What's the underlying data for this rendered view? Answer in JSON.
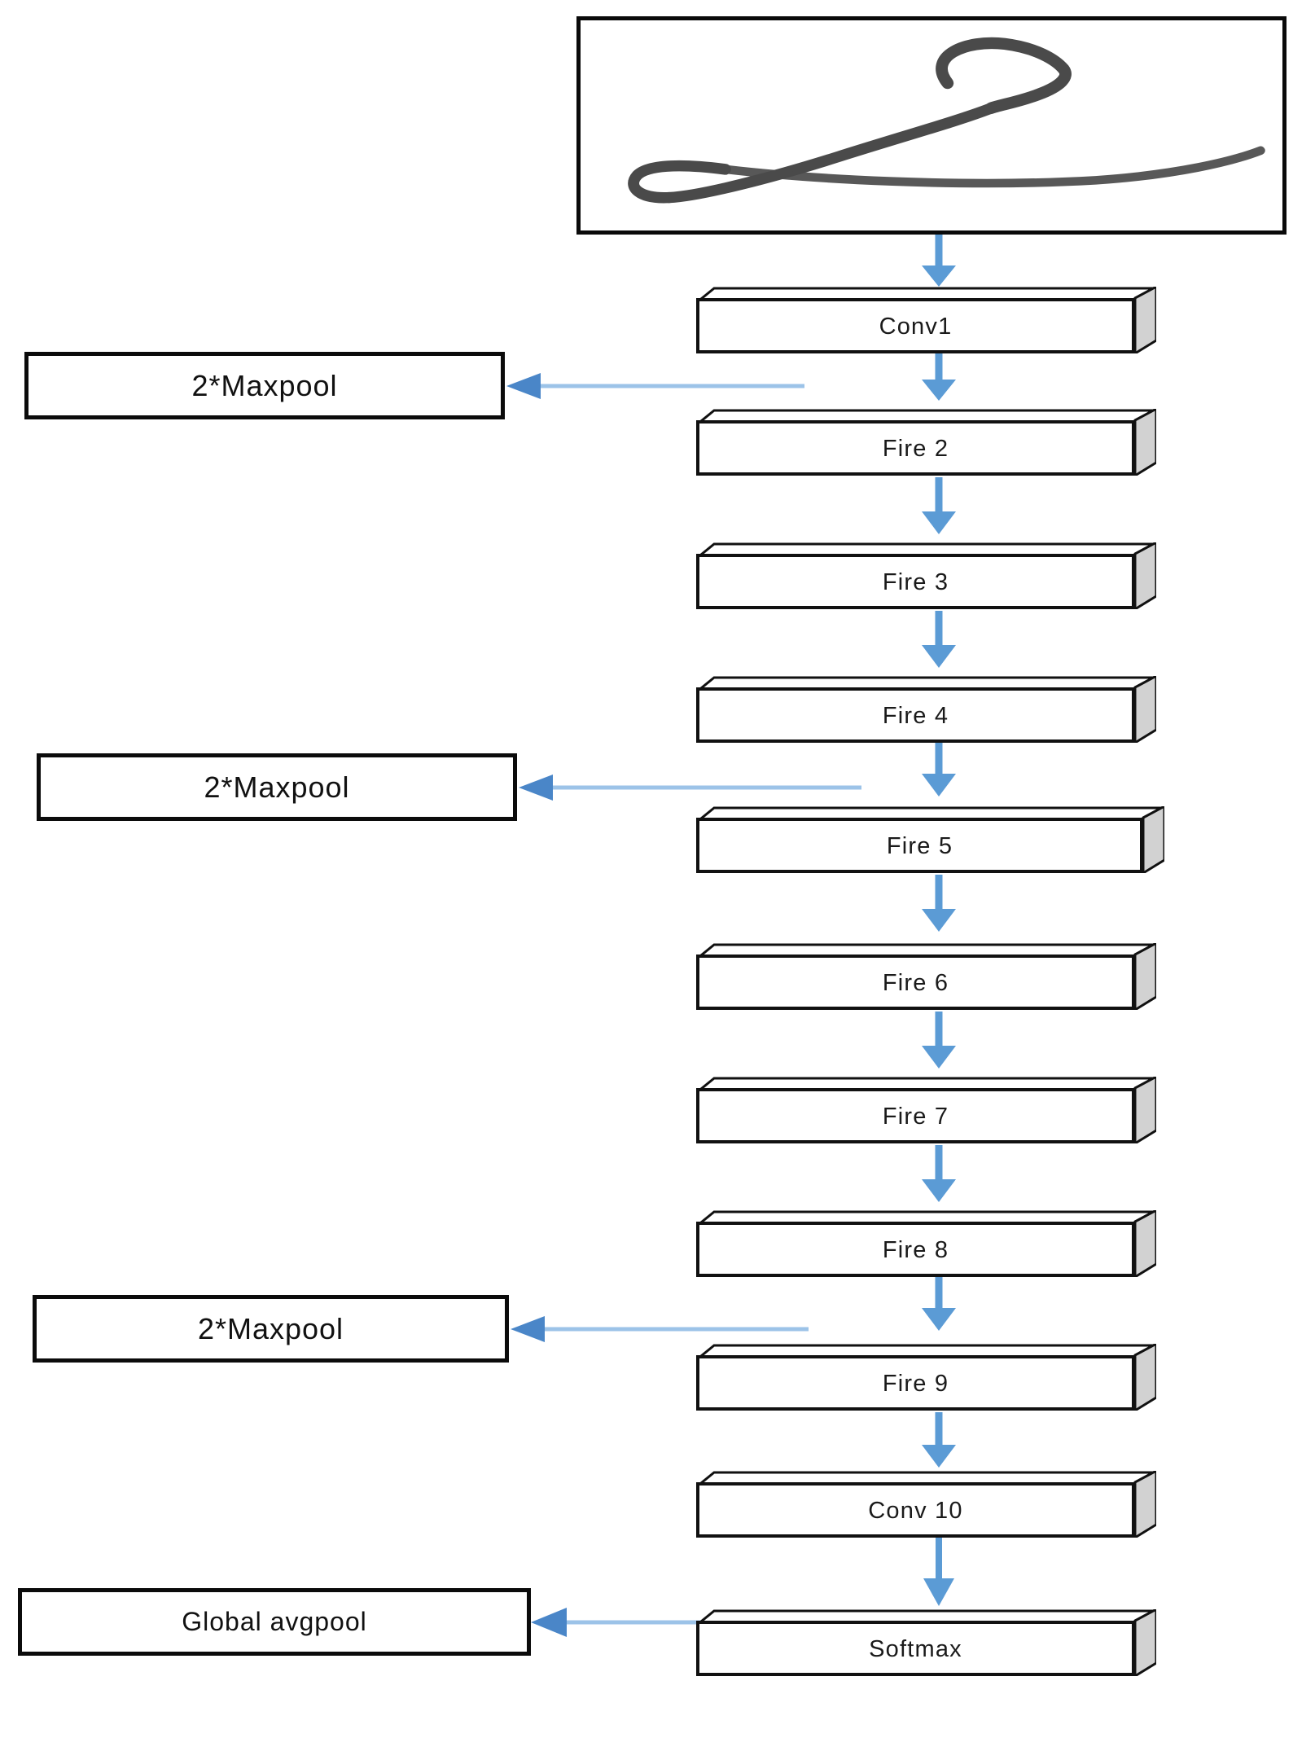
{
  "diagram": {
    "title": "SqueezeNet signature classification pipeline",
    "input": {
      "name": "signature-image",
      "alt_text": "Handwritten signature sample"
    },
    "colors": {
      "arrow_head": "#4A86C8",
      "arrow_line": "#9CC3E8",
      "down_arrow": "#5B9BD5",
      "box_border": "#111111",
      "box_fill": "#FFFFFF",
      "box_side_face": "#D0D0D0",
      "box_top_face": "#FFFFFF",
      "text": "#1A1A1A"
    },
    "pipeline": [
      {
        "id": "conv1",
        "label": "Conv1"
      },
      {
        "id": "fire2",
        "label": "Fire 2"
      },
      {
        "id": "fire3",
        "label": "Fire 3"
      },
      {
        "id": "fire4",
        "label": "Fire 4"
      },
      {
        "id": "fire5",
        "label": "Fire 5"
      },
      {
        "id": "fire6",
        "label": "Fire 6"
      },
      {
        "id": "fire7",
        "label": "Fire 7"
      },
      {
        "id": "fire8",
        "label": "Fire 8"
      },
      {
        "id": "fire9",
        "label": "Fire 9"
      },
      {
        "id": "conv10",
        "label": "Conv 10"
      },
      {
        "id": "softmax",
        "label": "Softmax"
      }
    ],
    "side_labels": [
      {
        "id": "maxpool1",
        "label": "2*Maxpool",
        "source": "conv1"
      },
      {
        "id": "maxpool2",
        "label": "2*Maxpool",
        "source": "fire4"
      },
      {
        "id": "maxpool3",
        "label": "2*Maxpool",
        "source": "fire8"
      },
      {
        "id": "avgpool",
        "label": "Global avgpool",
        "source": "conv10"
      }
    ]
  }
}
